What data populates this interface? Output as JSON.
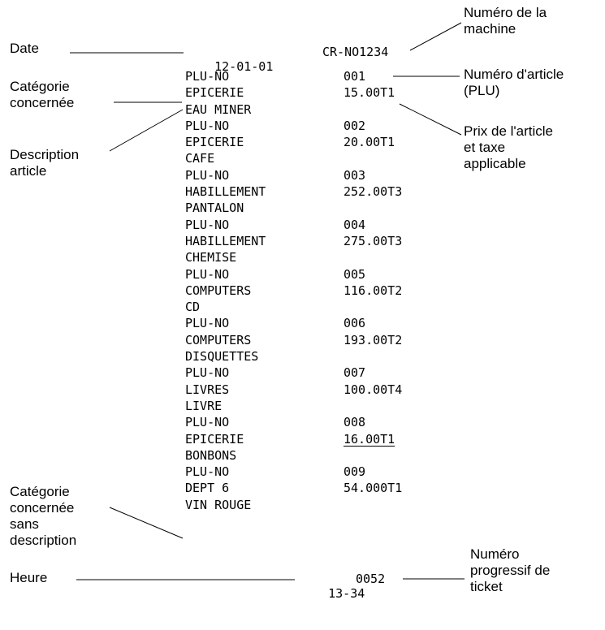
{
  "labels": {
    "date": [
      "Date"
    ],
    "machine_number": [
      "Numéro de la",
      "machine"
    ],
    "category": [
      "Catégorie",
      "concernée"
    ],
    "article_number": [
      "Numéro d'article",
      "(PLU)"
    ],
    "article_price": [
      "Prix de l'article",
      "et taxe",
      "applicable"
    ],
    "description": [
      "Description",
      "article"
    ],
    "category_no_description": [
      "Catégorie",
      "concernée",
      "sans",
      "description"
    ],
    "hour": [
      "Heure"
    ],
    "ticket_number": [
      "Numéro",
      "progressif de",
      "ticket"
    ]
  },
  "receipt": {
    "date": "12-01-01",
    "machine": "CR-NO1234",
    "lines": [
      {
        "left": "PLU-NO",
        "right": "001"
      },
      {
        "left": "EPICERIE",
        "right": "15.00T1"
      },
      {
        "left": "EAU MINER",
        "right": ""
      },
      {
        "left": "PLU-NO",
        "right": "002"
      },
      {
        "left": "EPICERIE",
        "right": "20.00T1"
      },
      {
        "left": "CAFE",
        "right": ""
      },
      {
        "left": "PLU-NO",
        "right": "003"
      },
      {
        "left": "HABILLEMENT",
        "right": "252.00T3"
      },
      {
        "left": "PANTALON",
        "right": ""
      },
      {
        "left": "PLU-NO",
        "right": "004"
      },
      {
        "left": "HABILLEMENT",
        "right": "275.00T3"
      },
      {
        "left": "CHEMISE",
        "right": ""
      },
      {
        "left": "PLU-NO",
        "right": "005"
      },
      {
        "left": "COMPUTERS",
        "right": "116.00T2"
      },
      {
        "left": "CD",
        "right": ""
      },
      {
        "left": "PLU-NO",
        "right": "006"
      },
      {
        "left": "COMPUTERS",
        "right": "193.00T2"
      },
      {
        "left": "DISQUETTES",
        "right": ""
      },
      {
        "left": "PLU-NO",
        "right": "007"
      },
      {
        "left": "LIVRES",
        "right": "100.00T4"
      },
      {
        "left": "LIVRE",
        "right": ""
      },
      {
        "left": "PLU-NO",
        "right": "008"
      },
      {
        "left": "EPICERIE",
        "right": "16.00T1"
      },
      {
        "left": "BONBONS",
        "right": ""
      },
      {
        "left": "PLU-NO",
        "right": "009"
      },
      {
        "left": "DEPT 6",
        "right": "54.000T1"
      },
      {
        "left": "VIN ROUGE",
        "right": ""
      }
    ],
    "time": "13-34",
    "ticket": "0052"
  }
}
